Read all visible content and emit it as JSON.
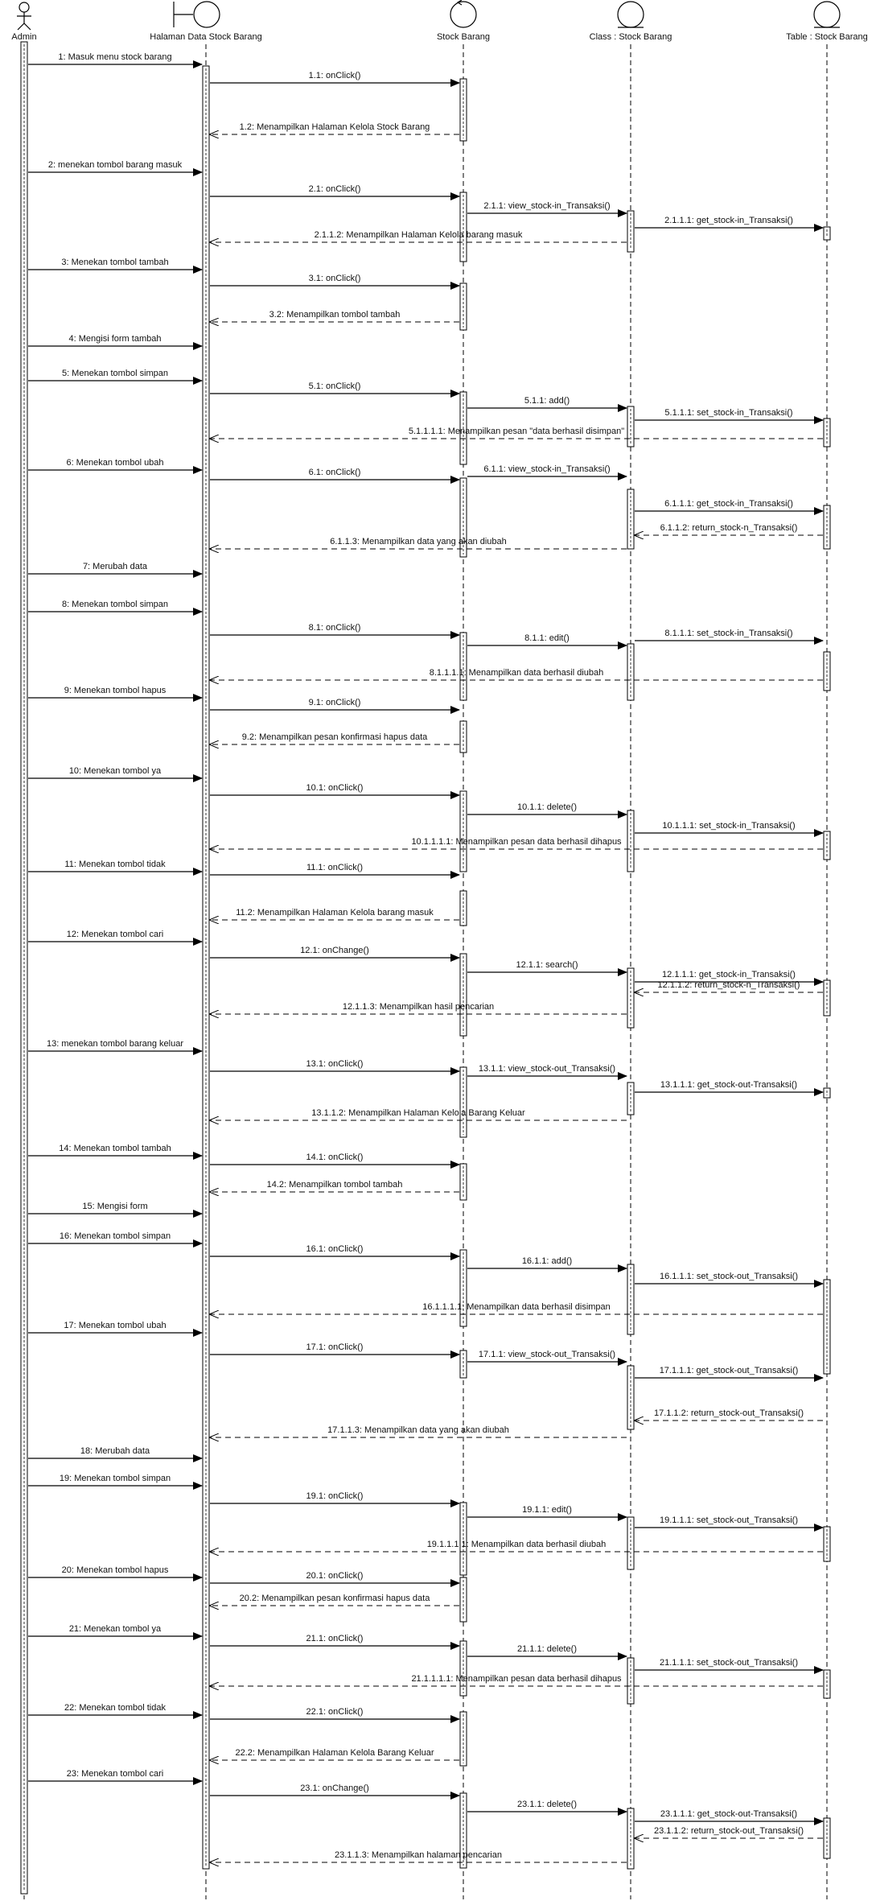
{
  "participants": [
    {
      "id": "admin",
      "label": "Admin",
      "kind": "actor"
    },
    {
      "id": "ui",
      "label": "Halaman Data Stock Barang",
      "kind": "boundary"
    },
    {
      "id": "ctrl",
      "label": "Stock Barang",
      "kind": "control"
    },
    {
      "id": "cls",
      "label": "Class : Stock Barang",
      "kind": "entity"
    },
    {
      "id": "tbl",
      "label": "Table : Stock Barang",
      "kind": "entity"
    }
  ],
  "messages": [
    {
      "from": "admin",
      "to": "ui",
      "label": "1: Masuk menu stock barang",
      "type": "call"
    },
    {
      "from": "ui",
      "to": "ctrl",
      "label": "1.1: onClick()",
      "type": "call"
    },
    {
      "from": "ctrl",
      "to": "ui",
      "label": "1.2: Menampilkan Halaman Kelola Stock Barang",
      "type": "return"
    },
    {
      "from": "admin",
      "to": "ui",
      "label": "2: menekan tombol barang masuk",
      "type": "call"
    },
    {
      "from": "ui",
      "to": "ctrl",
      "label": "2.1: onClick()",
      "type": "call"
    },
    {
      "from": "ctrl",
      "to": "cls",
      "label": "2.1.1: view_stock-in_Transaksi()",
      "type": "call"
    },
    {
      "from": "cls",
      "to": "tbl",
      "label": "2.1.1.1: get_stock-in_Transaksi()",
      "type": "call"
    },
    {
      "from": "cls",
      "to": "ui",
      "label": "2.1.1.2: Menampilkan Halaman Kelola barang masuk",
      "type": "return"
    },
    {
      "from": "admin",
      "to": "ui",
      "label": "3: Menekan tombol tambah",
      "type": "call"
    },
    {
      "from": "ui",
      "to": "ctrl",
      "label": "3.1: onClick()",
      "type": "call"
    },
    {
      "from": "ctrl",
      "to": "ui",
      "label": "3.2: Menampilkan tombol tambah",
      "type": "return"
    },
    {
      "from": "admin",
      "to": "ui",
      "label": "4: Mengisi form tambah",
      "type": "call"
    },
    {
      "from": "admin",
      "to": "ui",
      "label": "5: Menekan tombol simpan",
      "type": "call"
    },
    {
      "from": "ui",
      "to": "ctrl",
      "label": "5.1: onClick()",
      "type": "call"
    },
    {
      "from": "ctrl",
      "to": "cls",
      "label": "5.1.1: add()",
      "type": "call"
    },
    {
      "from": "cls",
      "to": "tbl",
      "label": "5.1.1.1: set_stock-in_Transaksi()",
      "type": "call"
    },
    {
      "from": "tbl",
      "to": "ui",
      "label": "5.1.1.1.1: Menampilkan pesan \"data berhasil disimpan\"",
      "type": "return"
    },
    {
      "from": "admin",
      "to": "ui",
      "label": "6: Menekan tombol ubah",
      "type": "call"
    },
    {
      "from": "ui",
      "to": "ctrl",
      "label": "6.1: onClick()",
      "type": "call"
    },
    {
      "from": "ctrl",
      "to": "cls",
      "label": "6.1.1: view_stock-in_Transaksi()",
      "type": "call"
    },
    {
      "from": "cls",
      "to": "tbl",
      "label": "6.1.1.1: get_stock-in_Transaksi()",
      "type": "call"
    },
    {
      "from": "tbl",
      "to": "cls",
      "label": "6.1.1.2: return_stock-n_Transaksi()",
      "type": "return"
    },
    {
      "from": "cls",
      "to": "ui",
      "label": "6.1.1.3: Menampilkan data yang akan diubah",
      "type": "return"
    },
    {
      "from": "admin",
      "to": "ui",
      "label": "7: Merubah data",
      "type": "call"
    },
    {
      "from": "admin",
      "to": "ui",
      "label": "8: Menekan tombol simpan",
      "type": "call"
    },
    {
      "from": "ui",
      "to": "ctrl",
      "label": "8.1: onClick()",
      "type": "call"
    },
    {
      "from": "ctrl",
      "to": "cls",
      "label": "8.1.1: edit()",
      "type": "call"
    },
    {
      "from": "cls",
      "to": "tbl",
      "label": "8.1.1.1: set_stock-in_Transaksi()",
      "type": "call"
    },
    {
      "from": "tbl",
      "to": "ui",
      "label": "8.1.1.1.1: Menampilkan data berhasil diubah",
      "type": "return"
    },
    {
      "from": "admin",
      "to": "ui",
      "label": "9: Menekan tombol hapus",
      "type": "call"
    },
    {
      "from": "ui",
      "to": "ctrl",
      "label": "9.1: onClick()",
      "type": "call"
    },
    {
      "from": "ctrl",
      "to": "ui",
      "label": "9.2: Menampilkan pesan konfirmasi hapus data",
      "type": "return"
    },
    {
      "from": "admin",
      "to": "ui",
      "label": "10: Menekan tombol ya",
      "type": "call"
    },
    {
      "from": "ui",
      "to": "ctrl",
      "label": "10.1: onClick()",
      "type": "call"
    },
    {
      "from": "ctrl",
      "to": "cls",
      "label": "10.1.1: delete()",
      "type": "call"
    },
    {
      "from": "cls",
      "to": "tbl",
      "label": "10.1.1.1: set_stock-in_Transaksi()",
      "type": "call"
    },
    {
      "from": "tbl",
      "to": "ui",
      "label": "10.1.1.1.1: Menampilkan pesan data berhasil dihapus",
      "type": "return"
    },
    {
      "from": "admin",
      "to": "ui",
      "label": "11: Menekan tombol tidak",
      "type": "call"
    },
    {
      "from": "ui",
      "to": "ctrl",
      "label": "11.1: onClick()",
      "type": "call"
    },
    {
      "from": "ctrl",
      "to": "ui",
      "label": "11.2: Menampilkan Halaman Kelola barang masuk",
      "type": "return"
    },
    {
      "from": "admin",
      "to": "ui",
      "label": "12: Menekan tombol cari",
      "type": "call"
    },
    {
      "from": "ui",
      "to": "ctrl",
      "label": "12.1: onChange()",
      "type": "call"
    },
    {
      "from": "ctrl",
      "to": "cls",
      "label": "12.1.1: search()",
      "type": "call"
    },
    {
      "from": "cls",
      "to": "tbl",
      "label": "12.1.1.1: get_stock-in_Transaksi()",
      "type": "call"
    },
    {
      "from": "tbl",
      "to": "cls",
      "label": "12.1.1.2: return_stock-n_Transaksi()",
      "type": "return"
    },
    {
      "from": "cls",
      "to": "ui",
      "label": "12.1.1.3: Menampilkan hasil pencarian",
      "type": "return"
    },
    {
      "from": "admin",
      "to": "ui",
      "label": "13: menekan tombol barang keluar",
      "type": "call"
    },
    {
      "from": "ui",
      "to": "ctrl",
      "label": "13.1: onClick()",
      "type": "call"
    },
    {
      "from": "ctrl",
      "to": "cls",
      "label": "13.1.1: view_stock-out_Transaksi()",
      "type": "call"
    },
    {
      "from": "cls",
      "to": "tbl",
      "label": "13.1.1.1: get_stock-out-Transaksi()",
      "type": "call"
    },
    {
      "from": "cls",
      "to": "ui",
      "label": "13.1.1.2: Menampilkan Halaman Kelola Barang Keluar",
      "type": "return"
    },
    {
      "from": "admin",
      "to": "ui",
      "label": "14: Menekan tombol tambah",
      "type": "call"
    },
    {
      "from": "ui",
      "to": "ctrl",
      "label": "14.1: onClick()",
      "type": "call"
    },
    {
      "from": "ctrl",
      "to": "ui",
      "label": "14.2: Menampilkan tombol tambah",
      "type": "return"
    },
    {
      "from": "admin",
      "to": "ui",
      "label": "15: Mengisi form",
      "type": "call"
    },
    {
      "from": "admin",
      "to": "ui",
      "label": "16: Menekan tombol simpan",
      "type": "call"
    },
    {
      "from": "ui",
      "to": "ctrl",
      "label": "16.1: onClick()",
      "type": "call"
    },
    {
      "from": "ctrl",
      "to": "cls",
      "label": "16.1.1: add()",
      "type": "call"
    },
    {
      "from": "cls",
      "to": "tbl",
      "label": "16.1.1.1: set_stock-out_Transaksi()",
      "type": "call"
    },
    {
      "from": "tbl",
      "to": "ui",
      "label": "16.1.1.1.1: Menampilkan data berhasil disimpan",
      "type": "return"
    },
    {
      "from": "admin",
      "to": "ui",
      "label": "17: Menekan tombol ubah",
      "type": "call"
    },
    {
      "from": "ui",
      "to": "ctrl",
      "label": "17.1: onClick()",
      "type": "call"
    },
    {
      "from": "ctrl",
      "to": "cls",
      "label": "17.1.1: view_stock-out_Transaksi()",
      "type": "call"
    },
    {
      "from": "cls",
      "to": "tbl",
      "label": "17.1.1.1: get_stock-out_Transaksi()",
      "type": "call"
    },
    {
      "from": "tbl",
      "to": "cls",
      "label": "17.1.1.2: return_stock-out_Transaksi()",
      "type": "return"
    },
    {
      "from": "cls",
      "to": "ui",
      "label": "17.1.1.3: Menampilkan data yang akan diubah",
      "type": "return"
    },
    {
      "from": "admin",
      "to": "ui",
      "label": "18: Merubah data",
      "type": "call"
    },
    {
      "from": "admin",
      "to": "ui",
      "label": "19: Menekan tombol simpan",
      "type": "call"
    },
    {
      "from": "ui",
      "to": "ctrl",
      "label": "19.1: onClick()",
      "type": "call"
    },
    {
      "from": "ctrl",
      "to": "cls",
      "label": "19.1.1: edit()",
      "type": "call"
    },
    {
      "from": "cls",
      "to": "tbl",
      "label": "19.1.1.1: set_stock-out_Transaksi()",
      "type": "call"
    },
    {
      "from": "tbl",
      "to": "ui",
      "label": "19.1.1.1.1: Menampilkan data berhasil diubah",
      "type": "return"
    },
    {
      "from": "admin",
      "to": "ui",
      "label": "20: Menekan tombol hapus",
      "type": "call"
    },
    {
      "from": "ui",
      "to": "ctrl",
      "label": "20.1: onClick()",
      "type": "call"
    },
    {
      "from": "ctrl",
      "to": "ui",
      "label": "20.2: Menampilkan pesan konfirmasi hapus data",
      "type": "return"
    },
    {
      "from": "admin",
      "to": "ui",
      "label": "21: Menekan tombol ya",
      "type": "call"
    },
    {
      "from": "ui",
      "to": "ctrl",
      "label": "21.1: onClick()",
      "type": "call"
    },
    {
      "from": "ctrl",
      "to": "cls",
      "label": "21.1.1: delete()",
      "type": "call"
    },
    {
      "from": "cls",
      "to": "tbl",
      "label": "21.1.1.1: set_stock-out_Transaksi()",
      "type": "call"
    },
    {
      "from": "tbl",
      "to": "ui",
      "label": "21.1.1.1.1: Menampilkan pesan data berhasil dihapus",
      "type": "return"
    },
    {
      "from": "admin",
      "to": "ui",
      "label": "22: Menekan tombol tidak",
      "type": "call"
    },
    {
      "from": "ui",
      "to": "ctrl",
      "label": "22.1: onClick()",
      "type": "call"
    },
    {
      "from": "ctrl",
      "to": "ui",
      "label": "22.2: Menampilkan Halaman Kelola Barang Keluar",
      "type": "return"
    },
    {
      "from": "admin",
      "to": "ui",
      "label": "23: Menekan tombol cari",
      "type": "call"
    },
    {
      "from": "ui",
      "to": "ctrl",
      "label": "23.1: onChange()",
      "type": "call"
    },
    {
      "from": "ctrl",
      "to": "cls",
      "label": "23.1.1: delete()",
      "type": "call"
    },
    {
      "from": "cls",
      "to": "tbl",
      "label": "23.1.1.1: get_stock-out-Transaksi()",
      "type": "call"
    },
    {
      "from": "tbl",
      "to": "cls",
      "label": "23.1.1.2: return_stock-out_Transaksi()",
      "type": "return"
    },
    {
      "from": "cls",
      "to": "ui",
      "label": "23.1.1.3: Menampilkan halaman pencarian",
      "type": "return"
    }
  ]
}
